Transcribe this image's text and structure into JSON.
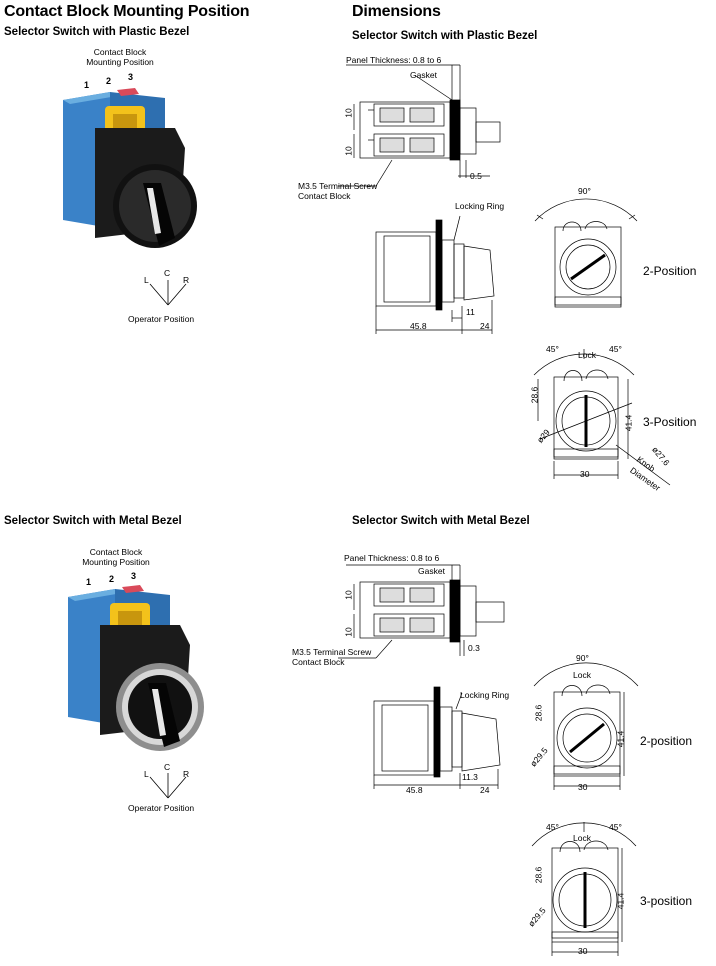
{
  "left": {
    "title": "Contact Block Mounting Position",
    "plastic": {
      "subtitle": "Selector Switch with Plastic Bezel",
      "mount_label_1": "Contact Block",
      "mount_label_2": "Mounting Position",
      "positions": [
        "1",
        "2",
        "3"
      ],
      "operator": {
        "l": "L",
        "c": "C",
        "r": "R",
        "label": "Operator Position"
      }
    },
    "metal": {
      "subtitle": "Selector Switch with Metal Bezel",
      "mount_label_1": "Contact Block",
      "mount_label_2": "Mounting Position",
      "positions": [
        "1",
        "2",
        "3"
      ],
      "operator": {
        "l": "L",
        "c": "C",
        "r": "R",
        "label": "Operator Position"
      }
    }
  },
  "right": {
    "title": "Dimensions",
    "plastic": {
      "subtitle": "Selector Switch with Plastic Bezel",
      "panel_thickness": "Panel Thickness: 0.8 to 6",
      "gasket": "Gasket",
      "dim_10a": "10",
      "dim_10b": "10",
      "dim_05": "0.5",
      "terminal_1": "M3.5 Terminal Screw",
      "terminal_2": "Contact Block",
      "locking_ring": "Locking Ring",
      "dim_458": "45.8",
      "dim_11": "11",
      "dim_24": "24",
      "angle_90": "90°",
      "two_position": "2-Position",
      "angle_45a": "45°",
      "angle_45b": "45°",
      "lock": "Lock",
      "dim_286": "28.6",
      "dim_414": "41.4",
      "dim_29": "ø29",
      "dim_276": "ø27.6",
      "knob": "Knob",
      "diameter": "Diameter",
      "dim_30": "30",
      "three_position": "3-Position"
    },
    "metal": {
      "subtitle": "Selector Switch with Metal Bezel",
      "panel_thickness": "Panel Thickness: 0.8 to 6",
      "gasket": "Gasket",
      "dim_10a": "10",
      "dim_10b": "10",
      "dim_03": "0.3",
      "terminal_1": "M3.5 Terminal Screw",
      "terminal_2": "Contact Block",
      "locking_ring": "Locking Ring",
      "dim_458": "45.8",
      "dim_113": "11.3",
      "dim_24": "24",
      "angle_90": "90°",
      "lock": "Lock",
      "dim_286": "28.6",
      "dim_414": "41.4",
      "dim_295": "ø29.5",
      "dim_30": "30",
      "two_position": "2-position",
      "angle_45a": "45°",
      "angle_45b": "45°",
      "lock2": "Lock",
      "dim_286b": "28.6",
      "dim_414b": "41.4",
      "dim_295b": "ø29.5",
      "dim_30b": "30",
      "three_position": "3-position"
    }
  }
}
